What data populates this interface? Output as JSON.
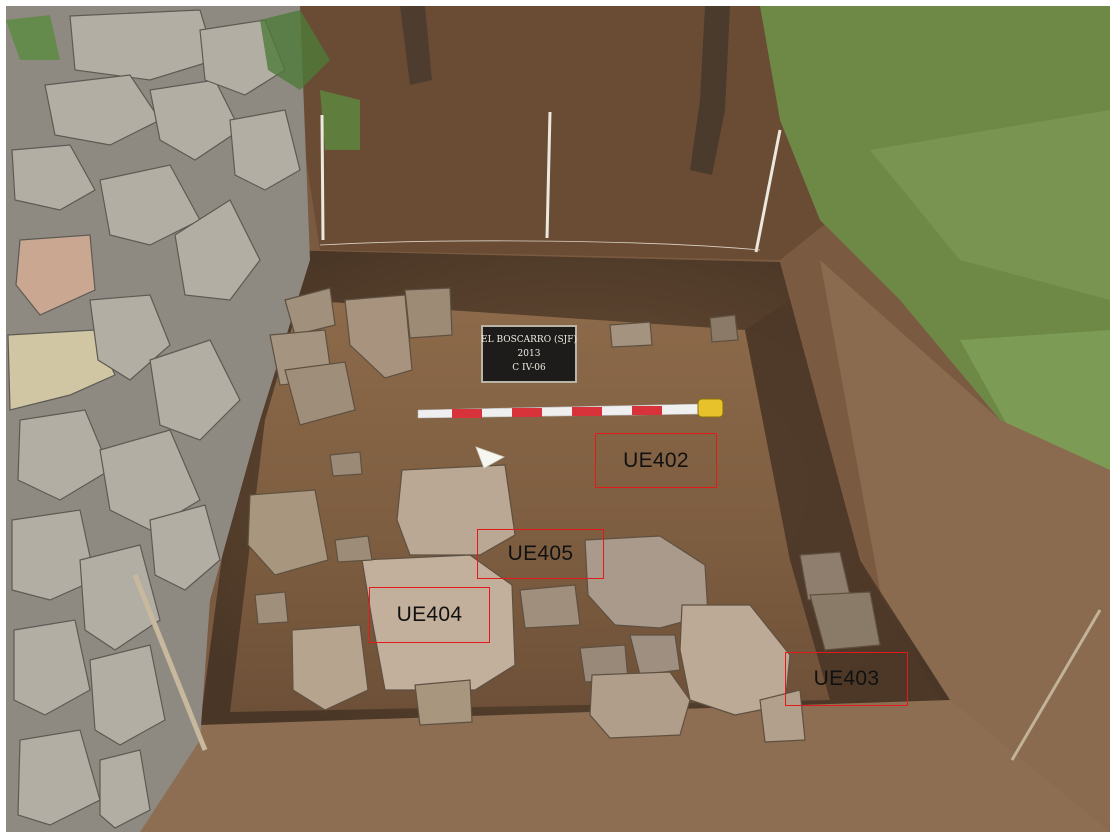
{
  "board": {
    "line1": "EL BOSCARRO (SJF)",
    "line2": "2013",
    "line3": "C IV-06"
  },
  "labels": [
    {
      "key": "ue402",
      "text": "UE402"
    },
    {
      "key": "ue405",
      "text": "UE405"
    },
    {
      "key": "ue404",
      "text": "UE404"
    },
    {
      "key": "ue403",
      "text": "UE403"
    }
  ],
  "colors": {
    "label_border": "#e3191c",
    "soil": "#8a6a4c",
    "grass": "#6f8a48",
    "stone": "#b8aa98",
    "board": "#1d1c1a"
  },
  "icons": [
    "north-arrow-icon",
    "measuring-tape-icon"
  ]
}
